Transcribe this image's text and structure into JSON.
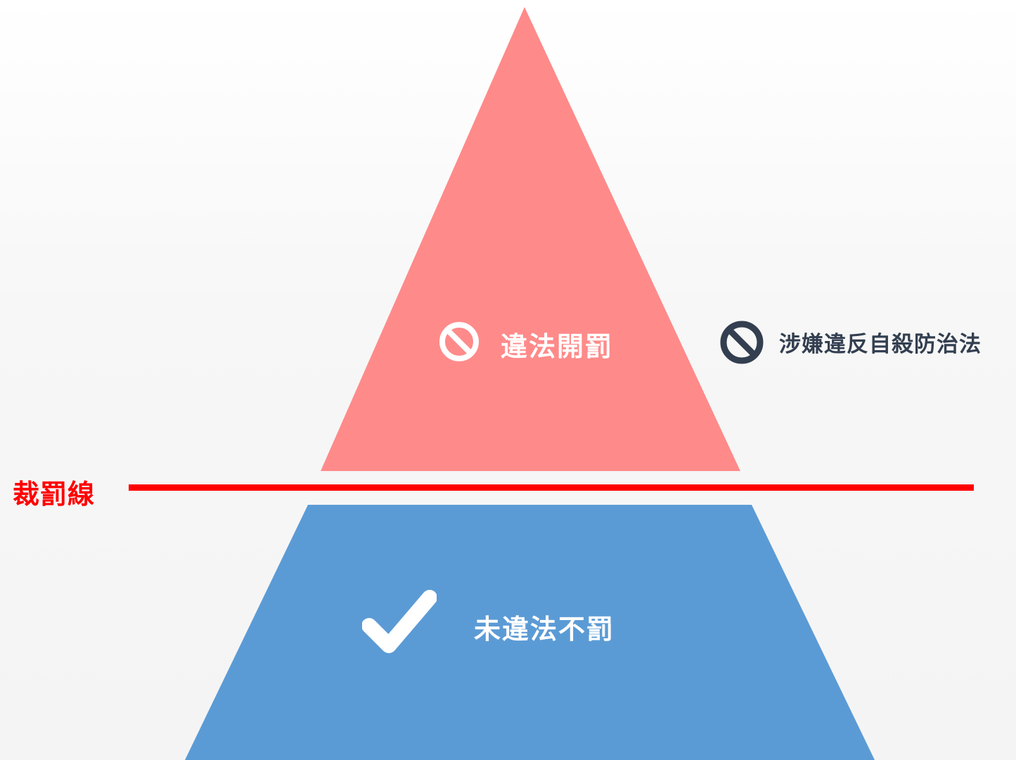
{
  "diagram": {
    "upper_region": {
      "label": "違法開罰",
      "icon": "prohibition-icon",
      "color": "#ff8a8a"
    },
    "lower_region": {
      "label": "未違法不罰",
      "icon": "checkmark-icon",
      "color": "#5b9bd5"
    },
    "threshold_line": {
      "label": "裁罰線",
      "color": "#ff0000"
    },
    "side_note": {
      "label": "涉嫌違反自殺防治法",
      "icon": "prohibition-icon",
      "color": "#333f50"
    }
  }
}
